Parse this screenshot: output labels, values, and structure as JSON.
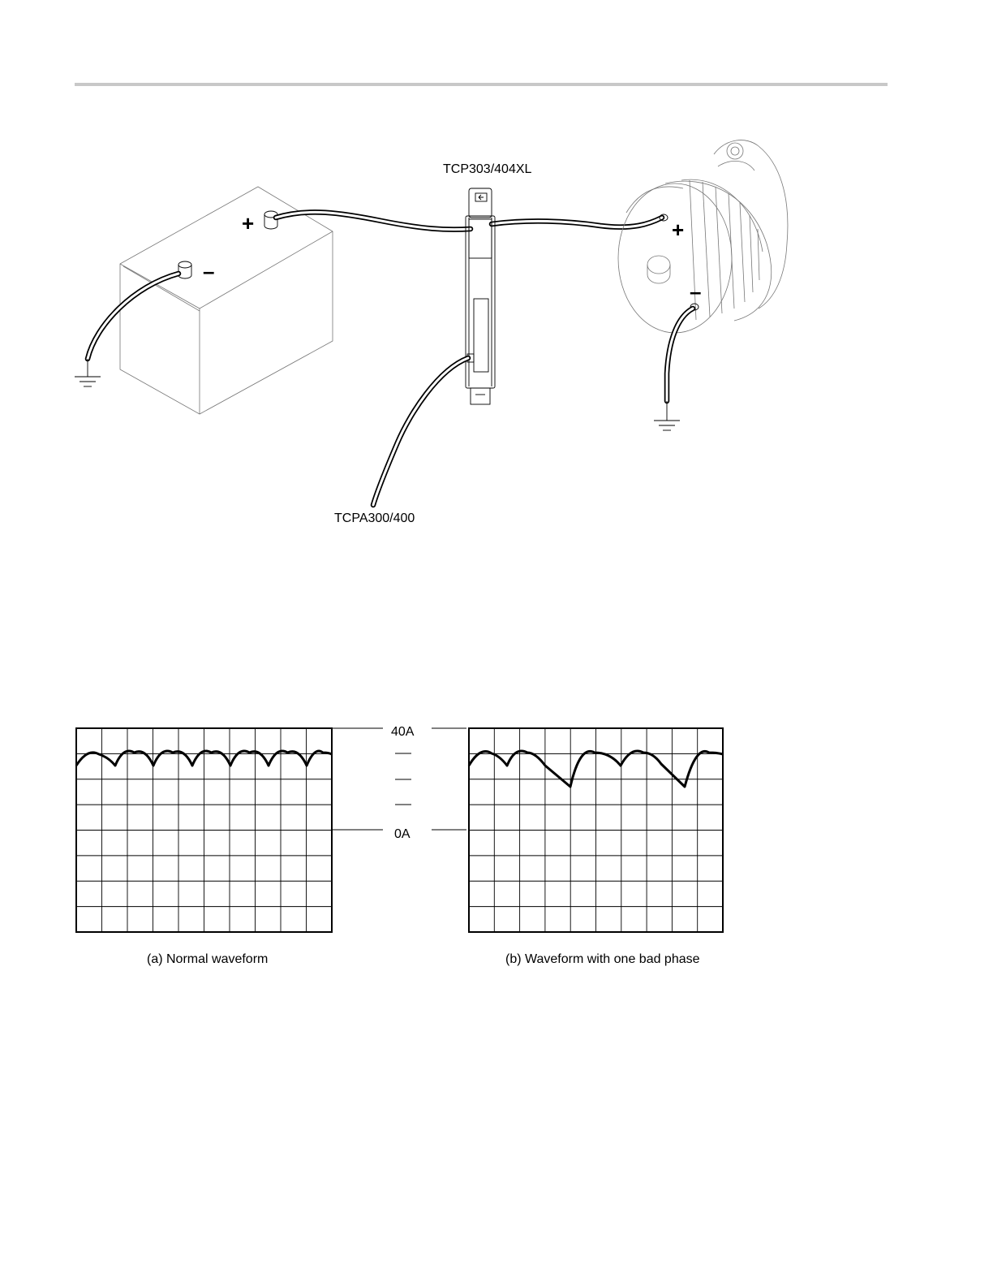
{
  "diagram": {
    "probe_label": "TCP303/404XL",
    "amplifier_label": "TCPA300/400",
    "battery_positive": "+",
    "battery_negative": "–",
    "alternator_positive": "+",
    "alternator_negative": "–"
  },
  "waveforms": {
    "top_scale_label": "40A",
    "zero_label": "0A",
    "left_caption": "(a) Normal waveform",
    "right_caption": "(b) Waveform with one bad phase"
  }
}
